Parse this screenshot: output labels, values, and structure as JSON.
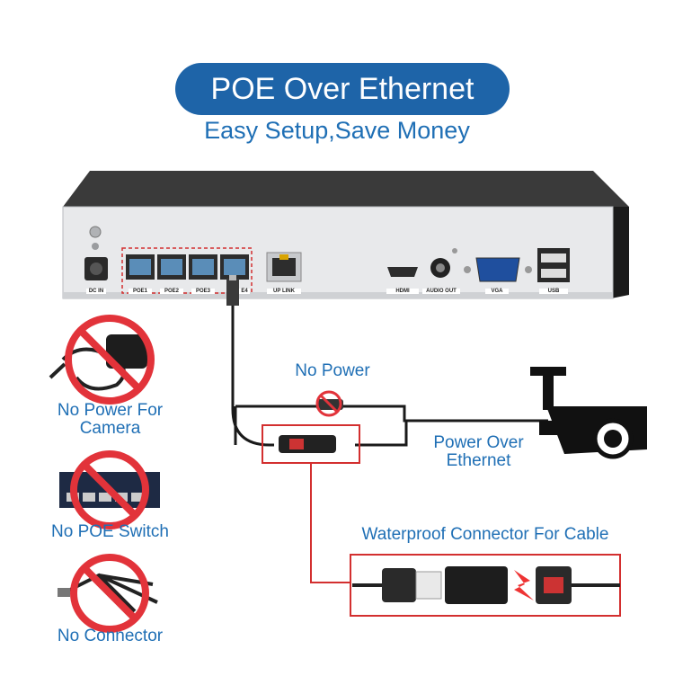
{
  "title": "POE Over Ethernet",
  "subtitle": "Easy Setup,Save Money",
  "nvr": {
    "ports": {
      "dc_in": "DC IN",
      "poe1": "POE1",
      "poe2": "POE2",
      "poe3": "POE3",
      "poe4": "E4",
      "uplink": "UP LINK",
      "hdmi": "HDMI",
      "audio_out": "AUDIO OUT",
      "vga": "VGA",
      "usb": "USB"
    }
  },
  "labels": {
    "no_power": "No Power",
    "power_over_ethernet": "Power Over Ethernet",
    "waterproof": "Waterproof Connector For Cable",
    "no_power_camera": "No Power For Camera",
    "no_poe_switch": "No POE Switch",
    "no_connector": "No Connector"
  },
  "colors": {
    "brand_blue": "#1e64a8",
    "text_blue": "#1f6fb5",
    "highlight_red": "#d32f2f",
    "forbidden_red": "#e2333a"
  }
}
